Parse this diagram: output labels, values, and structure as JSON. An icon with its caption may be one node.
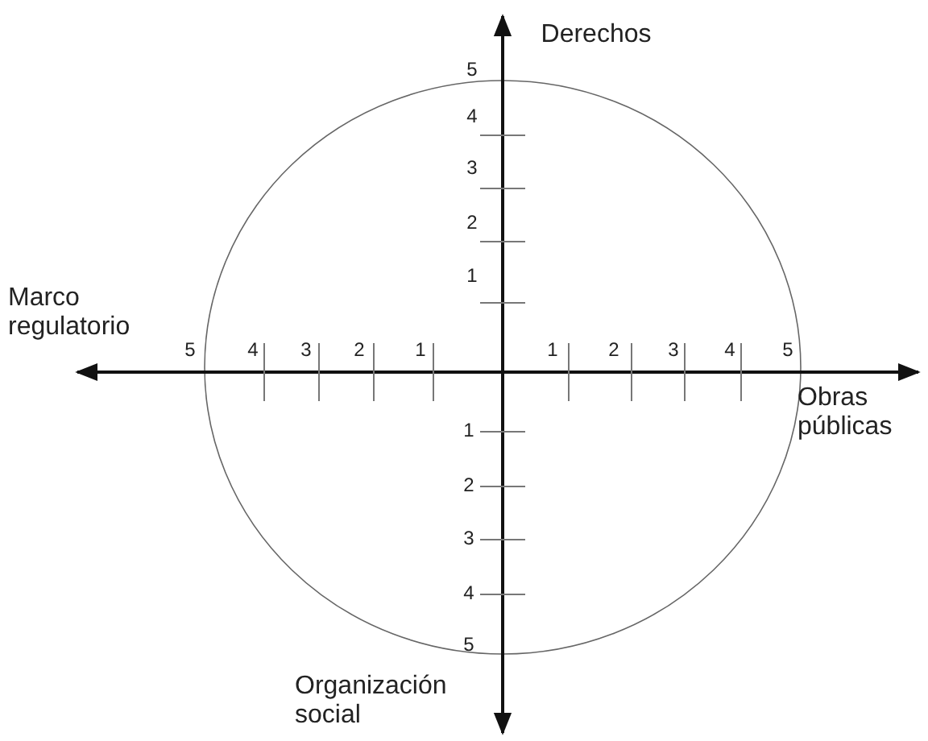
{
  "diagram": {
    "labels": [
      "Derechos",
      "5",
      "4",
      "3",
      "2",
      "1",
      "Marco regulatorio",
      "5",
      "4",
      "3",
      "2",
      "1",
      "1",
      "2",
      "3",
      "4",
      "5",
      "Obras públicas",
      "1",
      "2",
      "3",
      "4",
      "5",
      "Organización social"
    ]
  }
}
